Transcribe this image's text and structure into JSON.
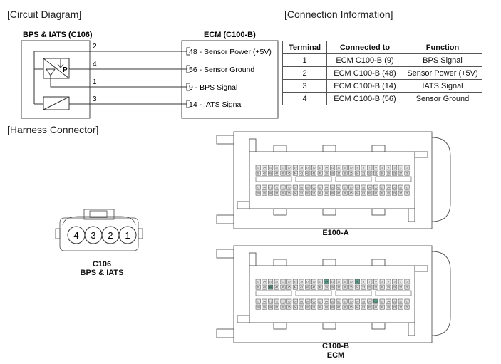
{
  "sections": {
    "circuit_diagram": "[Circuit Diagram]",
    "connection_info": "[Connection Information]",
    "harness_connector": "[Harness Connector]"
  },
  "circuit": {
    "sensor_title": "BPS & IATS (C106)",
    "ecm_title": "ECM (C100-B)",
    "sensor_pins": [
      "2",
      "4",
      "1",
      "3"
    ],
    "pressure_symbol_label": "P",
    "ecm_terminals": [
      "48 - Sensor Power (+5V)",
      "56 - Sensor Ground",
      "9 - BPS Signal",
      "14 - IATS Signal"
    ]
  },
  "connection_table": {
    "headers": [
      "Terminal",
      "Connected to",
      "Function"
    ],
    "rows": [
      [
        "1",
        "ECM C100-B (9)",
        "BPS Signal"
      ],
      [
        "2",
        "ECM C100-B (48)",
        "Sensor Power (+5V)"
      ],
      [
        "3",
        "ECM C100-B (14)",
        "IATS Signal"
      ],
      [
        "4",
        "ECM C100-B (56)",
        "Sensor Ground"
      ]
    ]
  },
  "harness": {
    "c106": {
      "pins": [
        "4",
        "3",
        "2",
        "1"
      ],
      "label_line1": "C106",
      "label_line2": "BPS & IATS"
    },
    "e100a": {
      "label_line1": "E100-A",
      "highlighted_pins": []
    },
    "c100b": {
      "label_line1": "C100-B",
      "label_line2": "ECM",
      "highlighted_pins": [
        9,
        14,
        48,
        56
      ]
    },
    "highlight_color": "#5e9a8a"
  }
}
